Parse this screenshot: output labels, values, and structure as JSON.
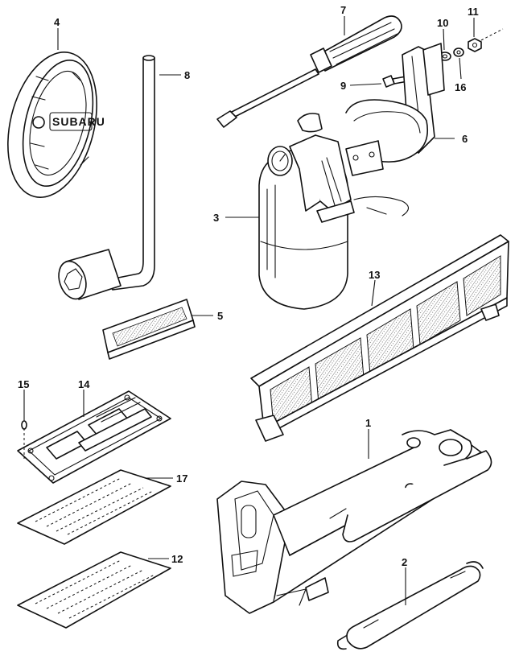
{
  "callouts": {
    "p1": "1",
    "p2": "2",
    "p3": "3",
    "p4": "4",
    "p5": "5",
    "p6": "6",
    "p7": "7",
    "p8": "8",
    "p9": "9",
    "p10": "10",
    "p11": "11",
    "p12": "12",
    "p13": "13",
    "p14": "14",
    "p15": "15",
    "p16": "16",
    "p17": "17"
  },
  "emblem_text": "SUBARU",
  "colors": {
    "line": "#111111",
    "background": "#ffffff"
  }
}
